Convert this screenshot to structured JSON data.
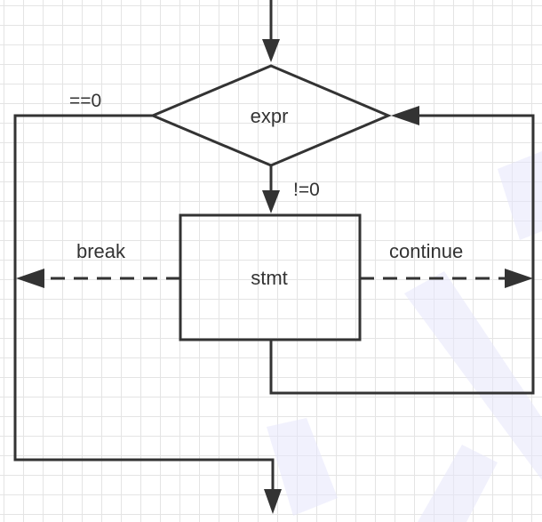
{
  "diagram": {
    "decision_label": "expr",
    "process_label": "stmt",
    "edge_zero_label": "==0",
    "edge_nonzero_label": "!=0",
    "break_label": "break",
    "continue_label": "continue"
  },
  "colors": {
    "line": "#333333",
    "grid": "#e4e4e4",
    "watermark": "#e6e6fb"
  }
}
